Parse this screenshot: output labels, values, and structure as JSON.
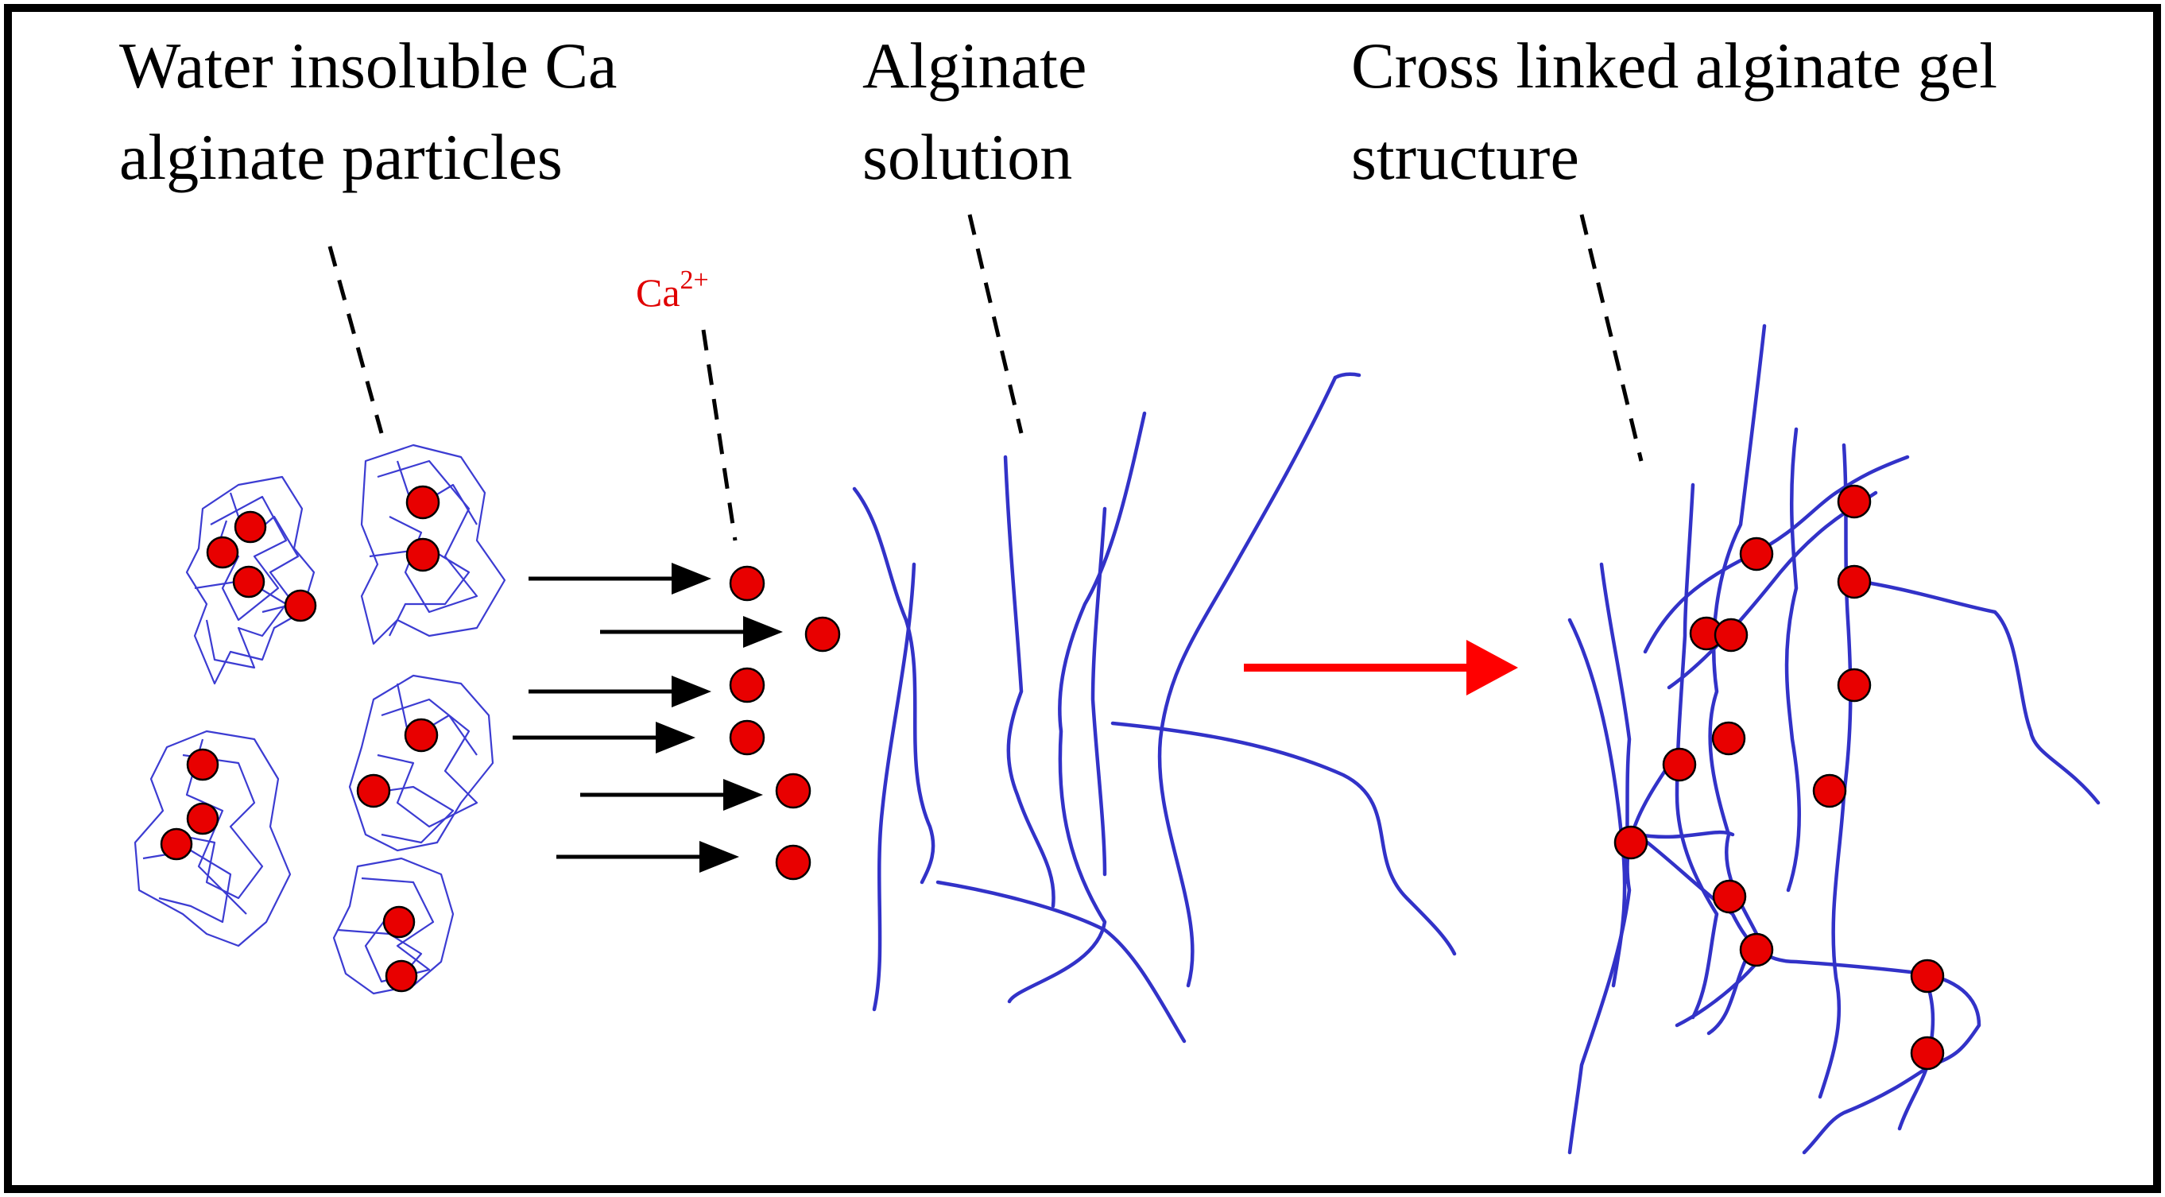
{
  "labels": {
    "particles_line1": "Water insoluble Ca",
    "particles_line2": "alginate particles",
    "solution_line1": "Alginate",
    "solution_line2": "solution",
    "gel_line1": "Cross linked alginate gel",
    "gel_line2": "structure"
  },
  "ion": {
    "symbol": "Ca",
    "charge": "2+"
  },
  "colors": {
    "chain": "#3232c8",
    "calcium": "#e80000",
    "reaction_arrow": "#ff0000",
    "diffusion_arrow": "#000000"
  }
}
